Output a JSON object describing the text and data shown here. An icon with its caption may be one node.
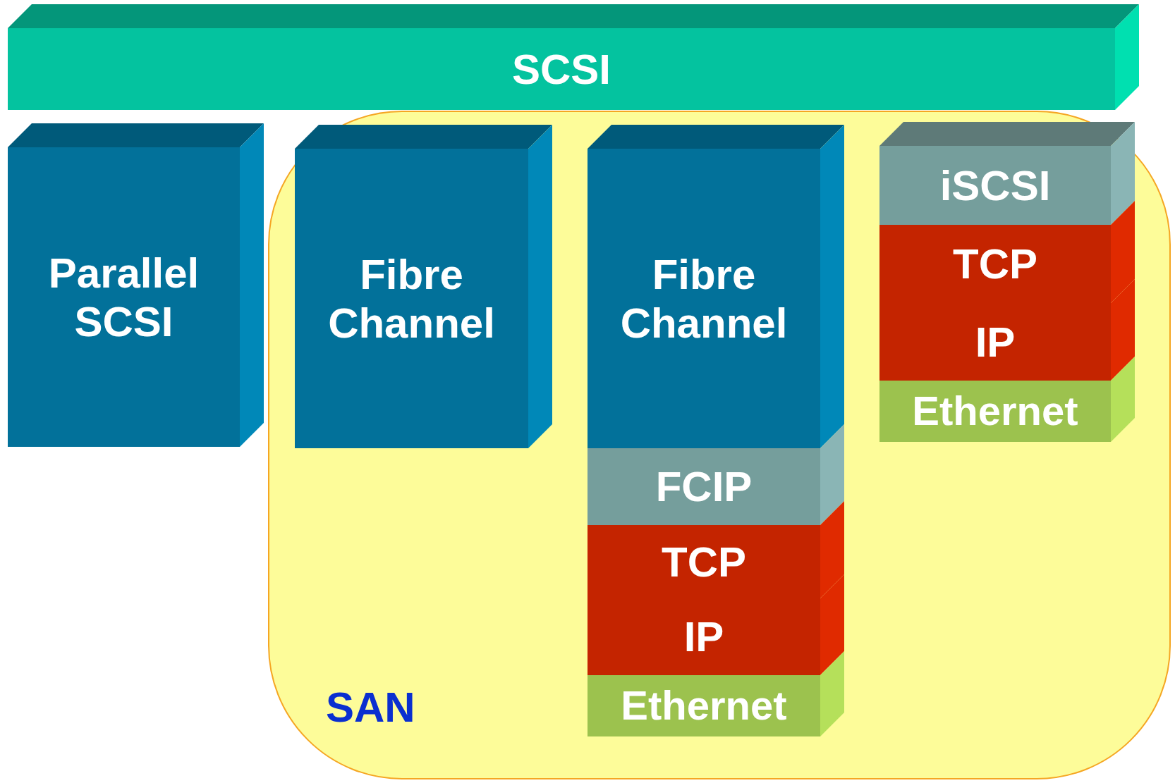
{
  "diagram": {
    "nodes": [
      {
        "text": [
          "SCSI"
        ]
      },
      {
        "text": [
          "SAN"
        ]
      },
      {
        "text": [
          "Parallel SCSI"
        ]
      },
      {
        "text": [
          "Fibre Channel"
        ],
        "in": 1
      },
      {
        "text": [
          "Fibre Channel"
        ],
        "in": 1
      },
      {
        "text": [
          "FCIP"
        ],
        "in": 1
      },
      {
        "text": [
          "TCP"
        ],
        "in": 1
      },
      {
        "text": [
          "IP"
        ],
        "in": 1
      },
      {
        "text": [
          "Ethernet"
        ],
        "in": 1
      },
      {
        "text": [
          "iSCSI"
        ],
        "in": 1
      },
      {
        "text": [
          "TCP"
        ],
        "in": 1
      },
      {
        "text": [
          "IP"
        ],
        "in": 1
      },
      {
        "text": [
          "Ethernet"
        ],
        "in": 1
      }
    ]
  }
}
